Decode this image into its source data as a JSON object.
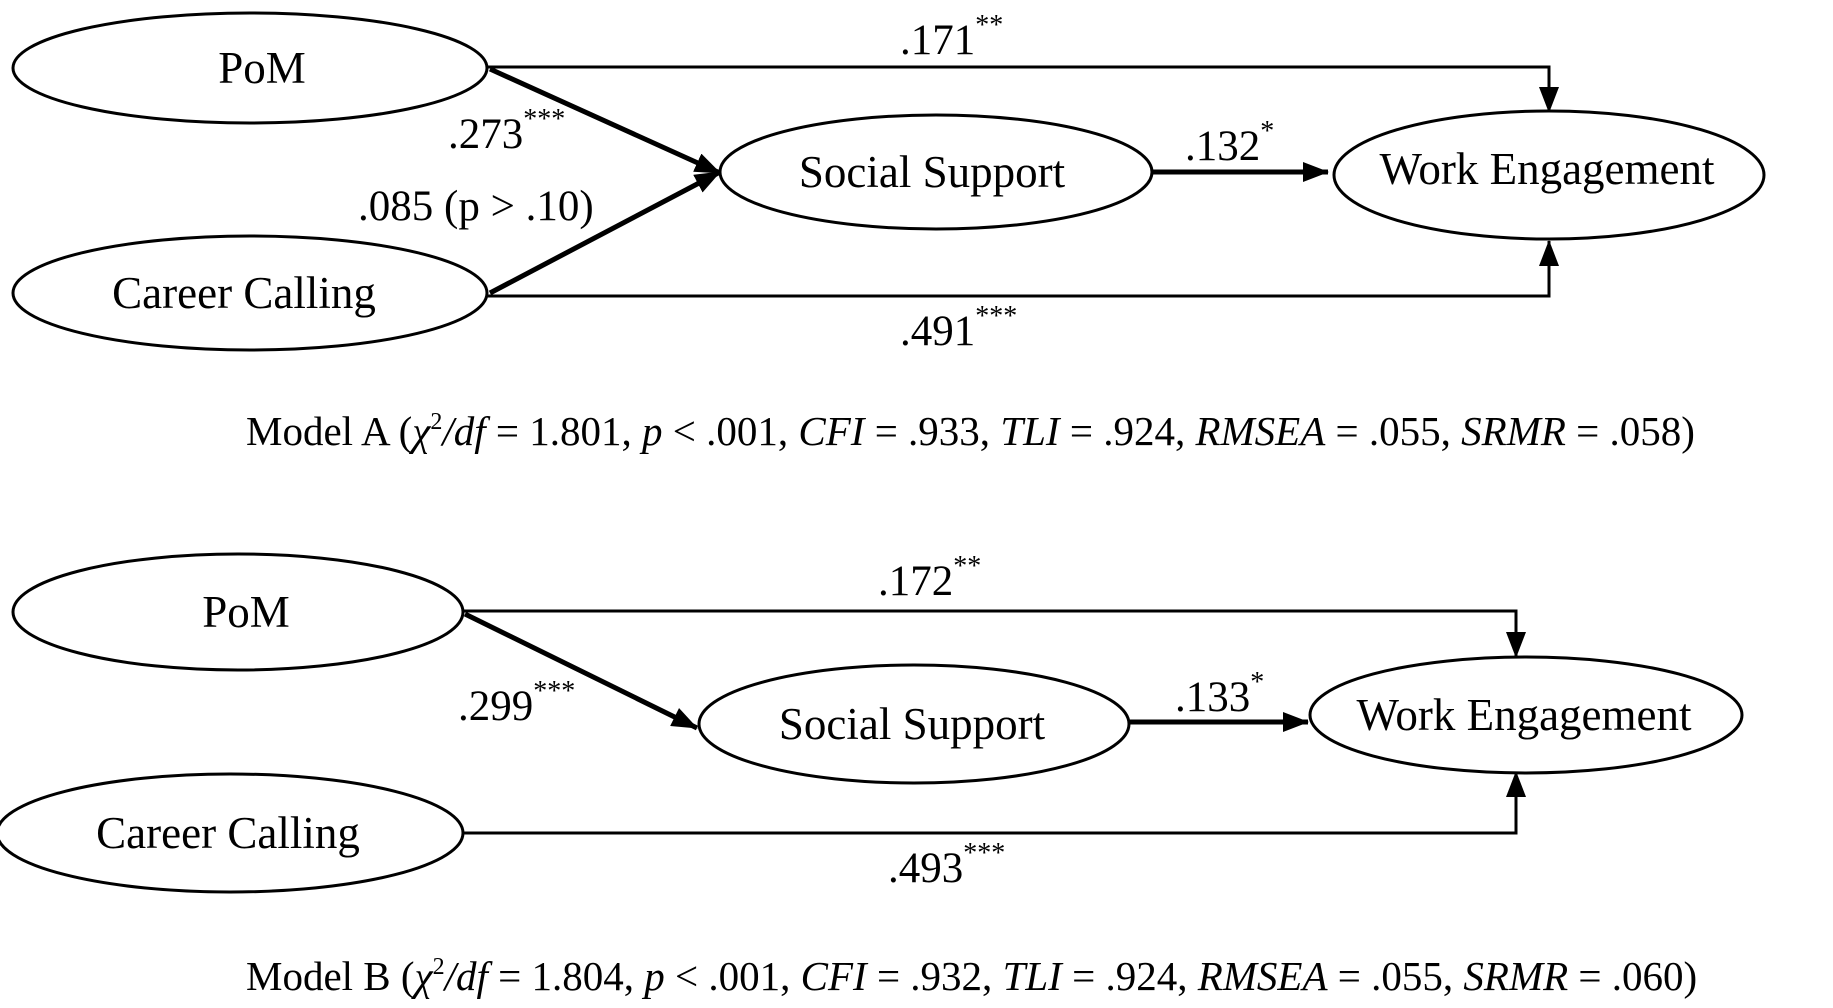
{
  "model_a": {
    "nodes": {
      "pom": "PoM",
      "career_calling": "Career Calling",
      "social_support": "Social Support",
      "work_engagement": "Work Engagement"
    },
    "paths": {
      "pom_we": {
        "coef": ".171",
        "sig": "**"
      },
      "pom_ss": {
        "coef": ".273",
        "sig": "***"
      },
      "cc_ss": {
        "coef": ".085 (p > .10)"
      },
      "ss_we": {
        "coef": ".132",
        "sig": "*"
      },
      "cc_we": {
        "coef": ".491",
        "sig": "***"
      }
    },
    "fit": {
      "prefix": "Model A (",
      "chi": "χ",
      "chi_sup": "2",
      "df": "/df",
      "eq1": " = 1.801, ",
      "p": "p",
      "eq2": " < .001, ",
      "cfi": "CFI",
      "eq3": " = .933, ",
      "tli": "TLI",
      "eq4": " = .924, ",
      "rmsea": "RMSEA",
      "eq5": " = .055, ",
      "srmr": "SRMR",
      "eq6": " = .058)"
    }
  },
  "model_b": {
    "nodes": {
      "pom": "PoM",
      "career_calling": "Career Calling",
      "social_support": "Social Support",
      "work_engagement": "Work Engagement"
    },
    "paths": {
      "pom_we": {
        "coef": ".172",
        "sig": "**"
      },
      "pom_ss": {
        "coef": ".299",
        "sig": "***"
      },
      "ss_we": {
        "coef": ".133",
        "sig": "*"
      },
      "cc_we": {
        "coef": ".493",
        "sig": "***"
      }
    },
    "fit": {
      "prefix": "Model B (",
      "chi": "χ",
      "chi_sup": "2",
      "df": "/df",
      "eq1": " = 1.804, ",
      "p": "p",
      "eq2": " < .001, ",
      "cfi": "CFI",
      "eq3": " = .932, ",
      "tli": "TLI",
      "eq4": " = .924, ",
      "rmsea": "RMSEA",
      "eq5": " = .055, ",
      "srmr": "SRMR",
      "eq6": " = .060)"
    }
  }
}
